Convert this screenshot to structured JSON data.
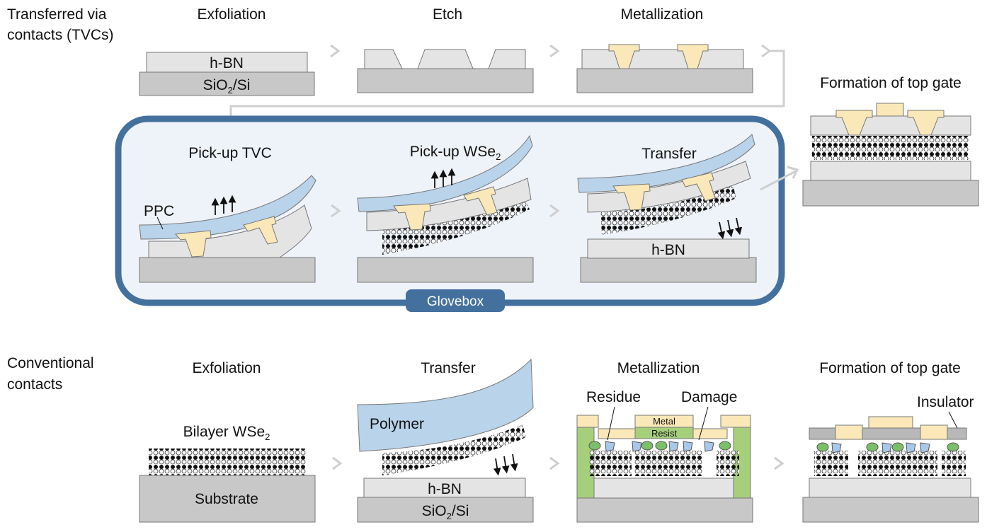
{
  "tvc": {
    "row_label_1": "Transferred via",
    "row_label_2": "contacts (TVCs)",
    "steps": {
      "exfoliation": "Exfoliation",
      "etch": "Etch",
      "metallization": "Metallization",
      "top_gate": "Formation of top gate",
      "pickup_tvc": "Pick-up TVC",
      "pickup_wse2_main": "Pick-up WSe",
      "pickup_wse2_sub": "2",
      "transfer": "Transfer"
    },
    "labels": {
      "hbn": "h-BN",
      "sio2_a": "SiO",
      "sio2_sub": "2",
      "sio2_b": "/Si",
      "ppc": "PPC",
      "hbn_transfer": "h-BN"
    },
    "glovebox": "Glovebox"
  },
  "conv": {
    "row_label_1": "Conventional",
    "row_label_2": "contacts",
    "steps": {
      "exfoliation": "Exfoliation",
      "transfer": "Transfer",
      "metallization": "Metallization",
      "top_gate": "Formation of top gate"
    },
    "labels": {
      "bilayer_main": "Bilayer WSe",
      "bilayer_sub": "2",
      "substrate": "Substrate",
      "polymer": "Polymer",
      "hbn": "h-BN",
      "sio2_a": "SiO",
      "sio2_sub": "2",
      "sio2_b": "/Si",
      "residue": "Residue",
      "damage": "Damage",
      "metal": "Metal",
      "resist": "Resist",
      "insulator": "Insulator"
    }
  },
  "colors": {
    "substrate": "#c8c8c8",
    "hbn": "#e4e4e4",
    "metal": "#fbe8b8",
    "polymer": "#b8d3ea",
    "glovebox_border": "#44709d",
    "glovebox_fill": "#eef3fa",
    "resist": "#a6cf7c",
    "residue": "#7cbf6a",
    "damage": "#a8c8ea",
    "arrow": "#cfcfcf"
  }
}
